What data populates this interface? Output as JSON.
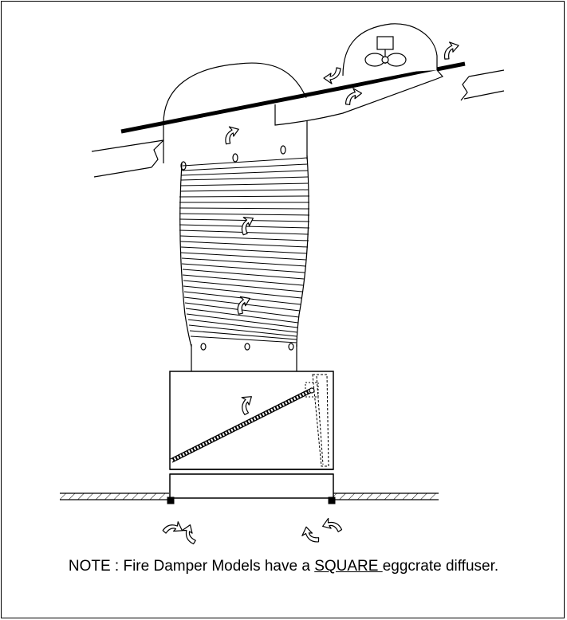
{
  "note": {
    "prefix": "NOTE : Fire Damper Models have a ",
    "emphasis": "SQUARE ",
    "suffix": "eggcrate diffuser."
  },
  "colors": {
    "line": "#000000",
    "background": "#ffffff"
  },
  "icons": [
    "airflow-arrow-icon",
    "fan-icon",
    "damper-spring-icon"
  ]
}
